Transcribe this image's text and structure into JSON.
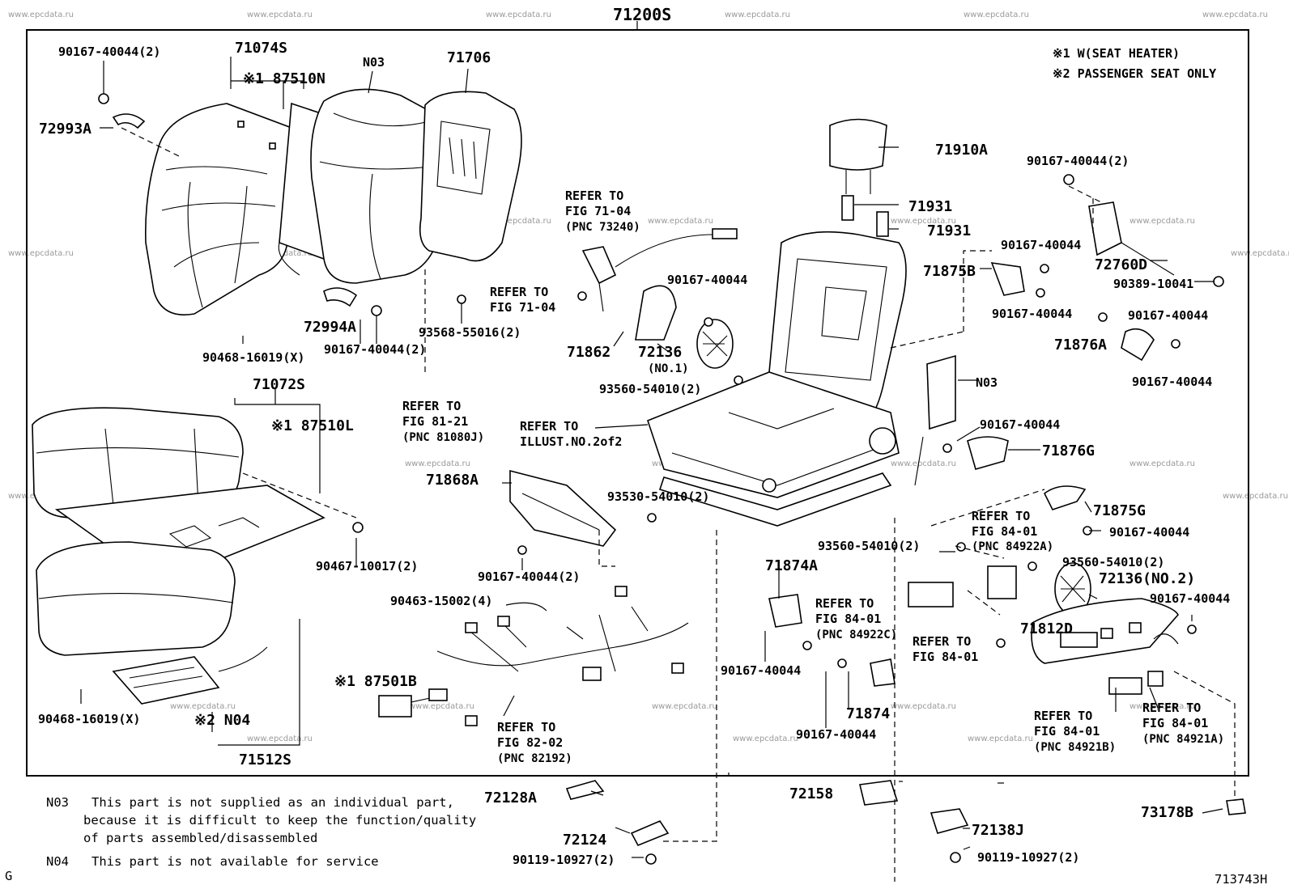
{
  "title_part": "71200S",
  "watermark": "www.epcdata.ru",
  "page_code": "G",
  "figure_code": "713743H",
  "legend": {
    "item1": "※1 W(SEAT HEATER)",
    "item2": "※2 PASSENGER SEAT ONLY"
  },
  "notes": {
    "n03_code": "N03",
    "n03_line1": "This part is not supplied as an individual part,",
    "n03_line2": "because it is difficult to keep the function/quality",
    "n03_line3": "of parts assembled/disassembled",
    "n04_code": "N04",
    "n04_line1": "This part is not available for service"
  },
  "labels": {
    "p90167_40044_2_tl": "90167-40044(2)",
    "p71074S": "71074S",
    "p87510N": "※1 87510N",
    "pN03_top": "N03",
    "p71706": "71706",
    "p72993A": "72993A",
    "p72994A": "72994A",
    "p90167_40044_2_b": "90167-40044(2)",
    "p90468_16019_top": "90468-16019(X)",
    "p93568_55016": "93568-55016(2)",
    "refer_71_04_a1": "REFER TO",
    "refer_71_04_a2": "FIG 71-04",
    "refer_71_04_a3": "(PNC 73240)",
    "refer_71_04_b1": "REFER TO",
    "refer_71_04_b2": "FIG 71-04",
    "p90167_40044_mid": "90167-40044",
    "p71862": "71862",
    "p72136_no1": "72136",
    "p72136_no1_sub": "(NO.1)",
    "p93560_54010_a": "93560-54010(2)",
    "refer_81_21_1": "REFER TO",
    "refer_81_21_2": "FIG 81-21",
    "refer_81_21_3": "(PNC 81080J)",
    "refer_illust_1": "REFER TO",
    "refer_illust_2": "ILLUST.NO.2of2",
    "p71910A": "71910A",
    "p71931_a": "71931",
    "p71931_b": "71931",
    "p71875B": "71875B",
    "pN03_right": "N03",
    "p90167_40044_2_tr": "90167-40044(2)",
    "p72760D": "72760D",
    "p90389_10041": "90389-10041",
    "p90167_40044_r1": "90167-40044",
    "p90167_40044_r2": "90167-40044",
    "p90167_40044_r3": "90167-40044",
    "p71876A": "71876A",
    "p90167_40044_r4": "90167-40044",
    "p90167_40044_r5": "90167-40044",
    "p71876G": "71876G",
    "p71072S": "71072S",
    "p87510L": "※1 87510L",
    "p71868A": "71868A",
    "p93530_54010": "93530-54010(2)",
    "p90467_10017": "90467-10017(2)",
    "p90167_40044_2_c": "90167-40044(2)",
    "p90463_15002": "90463-15002(4)",
    "p87501B": "※1 87501B",
    "refer_82_02_1": "REFER TO",
    "refer_82_02_2": "FIG 82-02",
    "refer_82_02_3": "(PNC 82192)",
    "p90468_16019_bot": "90468-16019(X)",
    "pN04": "※2 N04",
    "p71512S": "71512S",
    "p93560_54010_b": "93560-54010(2)",
    "p71874A": "71874A",
    "refer_84_01_c1": "REFER TO",
    "refer_84_01_c2": "FIG 84-01",
    "refer_84_01_c3": "(PNC 84922C)",
    "p90167_40044_c1": "90167-40044",
    "p71874": "71874",
    "p90167_40044_c2": "90167-40044",
    "refer_84_01_d1": "REFER TO",
    "refer_84_01_d2": "FIG 84-01",
    "p71875G": "71875G",
    "refer_84_01_a1": "REFER TO",
    "refer_84_01_a2": "FIG 84-01",
    "refer_84_01_a3": "(PNC 84922A)",
    "p90167_40044_r6": "90167-40044",
    "p93560_54010_c": "93560-54010(2)",
    "p72136_no2": "72136(NO.2)",
    "p90167_40044_r7": "90167-40044",
    "p71812D": "71812D",
    "refer_84_01_b1": "REFER TO",
    "refer_84_01_b2": "FIG 84-01",
    "refer_84_01_b3": "(PNC 84921B)",
    "refer_84_01_e1": "REFER TO",
    "refer_84_01_e2": "FIG 84-01",
    "refer_84_01_e3": "(PNC 84921A)",
    "p72128A": "72128A",
    "p72124": "72124",
    "p90119_10927_a": "90119-10927(2)",
    "p72158": "72158",
    "p72138J": "72138J",
    "p90119_10927_b": "90119-10927(2)",
    "p73178B": "73178B"
  }
}
